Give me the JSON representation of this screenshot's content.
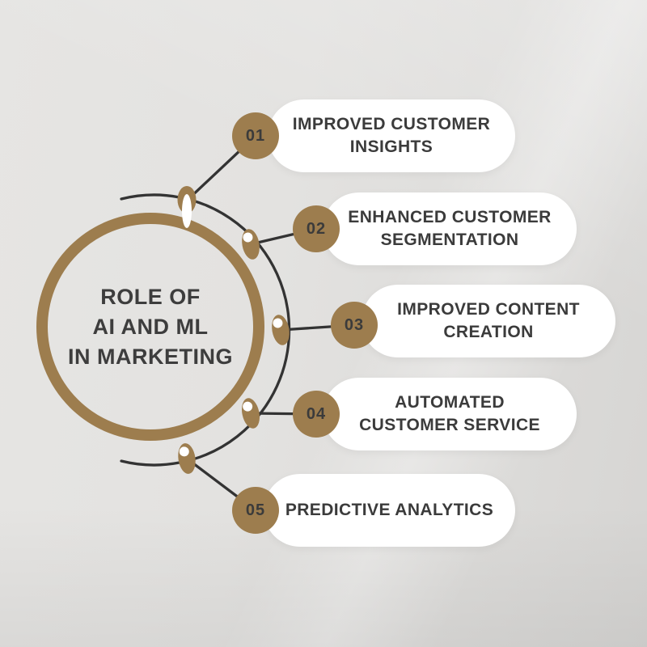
{
  "title": {
    "line1": "ROLE OF",
    "line2": "AI AND ML",
    "line3": "IN MARKETING"
  },
  "items": [
    {
      "number": "01",
      "label": "IMPROVED CUSTOMER INSIGHTS"
    },
    {
      "number": "02",
      "label": "ENHANCED CUSTOMER SEGMENTATION"
    },
    {
      "number": "03",
      "label": "IMPROVED CONTENT CREATION"
    },
    {
      "number": "04",
      "label": "AUTOMATED CUSTOMER SERVICE"
    },
    {
      "number": "05",
      "label": "PREDICTIVE ANALYTICS"
    }
  ],
  "colors": {
    "accent": "#9d7d4e",
    "connector": "#333333",
    "text": "#3d3d3d",
    "pill": "#ffffff",
    "background": "#e2e1df"
  }
}
